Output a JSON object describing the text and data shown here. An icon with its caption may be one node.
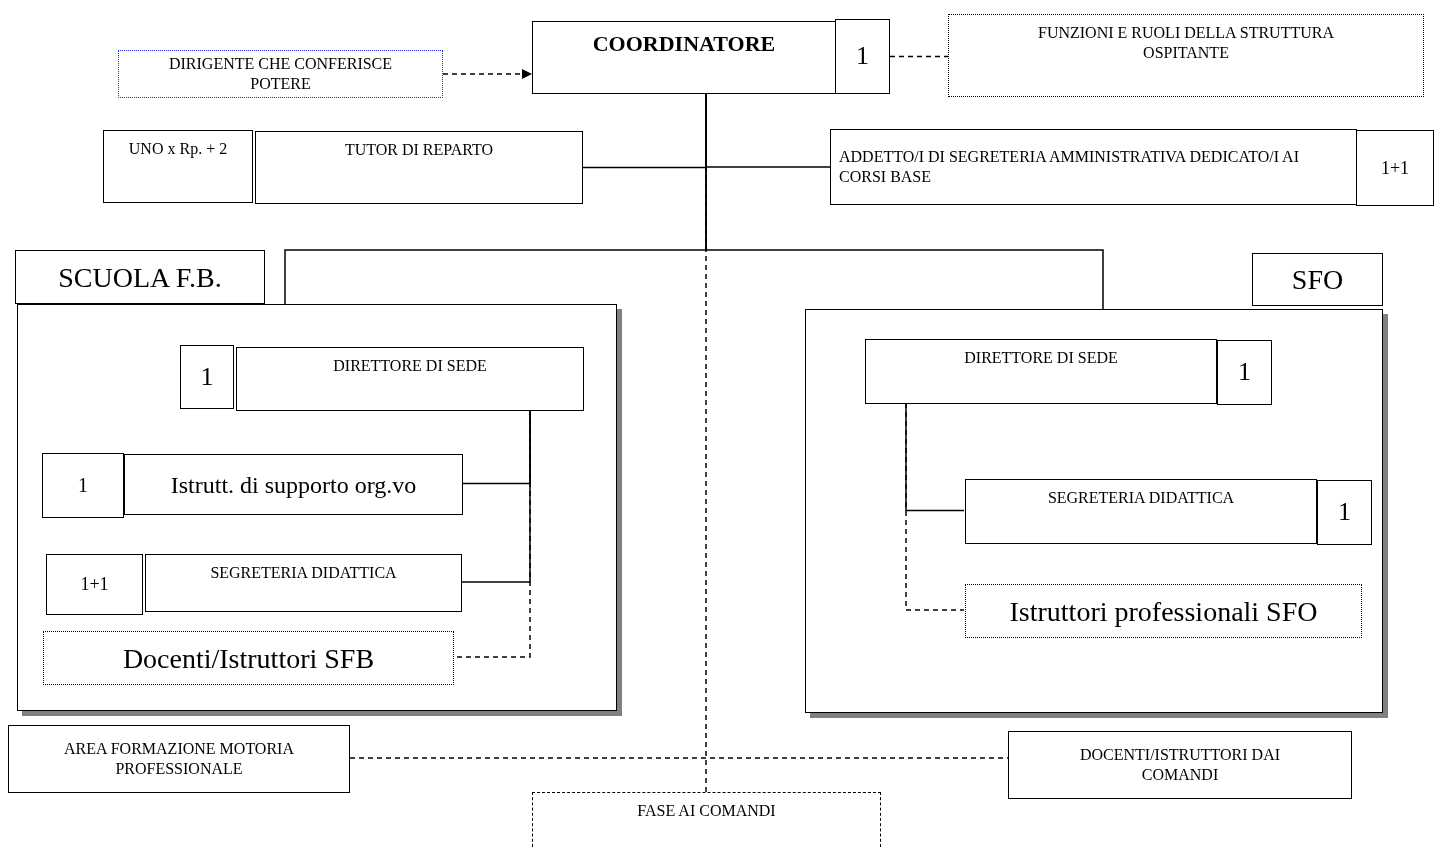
{
  "diagram": {
    "nodes": [
      {
        "text": [
          "DIRIGENTE CHE CONFERISCE POTERE"
        ]
      },
      {
        "text": [
          "COORDINATORE"
        ]
      },
      {
        "text": [
          "1"
        ]
      },
      {
        "text": [
          "FUNZIONI E RUOLI DELLA STRUTTURA OSPITANTE"
        ]
      },
      {
        "text": [
          "UNO x Rp. + 2"
        ]
      },
      {
        "text": [
          "TUTOR DI REPARTO"
        ]
      },
      {
        "text": [
          "ADDETTO/I DI SEGRETERIA AMMINISTRATIVA DEDICATO/I AI CORSI BASE"
        ]
      },
      {
        "text": [
          "1+1"
        ]
      },
      {
        "text": [
          "SCUOLA F.B."
        ]
      },
      {
        "text": [],
        "shape": "box"
      },
      {
        "text": [
          "1"
        ],
        "in": 9
      },
      {
        "text": [
          "DIRETTORE DI SEDE"
        ],
        "in": 9
      },
      {
        "text": [
          "1"
        ],
        "in": 9
      },
      {
        "text": [
          "Istrutt. di supporto org.vo"
        ],
        "in": 9
      },
      {
        "text": [
          "1+1"
        ],
        "in": 9
      },
      {
        "text": [
          "SEGRETERIA  DIDATTICA"
        ],
        "in": 9
      },
      {
        "text": [
          "Docenti/Istruttori SFB"
        ],
        "in": 9
      },
      {
        "text": [
          "SFO"
        ]
      },
      {
        "text": [],
        "shape": "box"
      },
      {
        "text": [
          "DIRETTORE DI SEDE"
        ],
        "in": 18
      },
      {
        "text": [
          "1"
        ],
        "in": 18
      },
      {
        "text": [
          "SEGRETERIA DIDATTICA"
        ],
        "in": 18
      },
      {
        "text": [
          "1"
        ],
        "in": 18
      },
      {
        "text": [
          "Istruttori professionali SFO"
        ],
        "in": 18
      },
      {
        "text": [
          "AREA FORMAZIONE MOTORIA PROFESSIONALE"
        ]
      },
      {
        "text": [
          "DOCENTI/ISTRUTTORI  DAI COMANDI"
        ]
      },
      {
        "text": [
          "FASE AI COMANDI"
        ]
      }
    ],
    "edges": [
      {
        "from": 0,
        "to": 1,
        "arrow": "to",
        "style": "dashed"
      },
      {
        "from": 2,
        "to": 3,
        "arrow": "none",
        "style": "dashed"
      },
      {
        "from": 1,
        "to": 5,
        "arrow": "none"
      },
      {
        "from": 1,
        "to": 6,
        "arrow": "none"
      },
      {
        "from": 1,
        "to": 9,
        "arrow": "none"
      },
      {
        "from": 1,
        "to": 18,
        "arrow": "none"
      },
      {
        "from": 1,
        "to": 26,
        "arrow": "none",
        "style": "dashed"
      },
      {
        "from": 24,
        "to": 25,
        "arrow": "none",
        "style": "dashed"
      },
      {
        "from": 11,
        "to": 13,
        "arrow": "none"
      },
      {
        "from": 11,
        "to": 15,
        "arrow": "none"
      },
      {
        "from": 11,
        "to": 16,
        "arrow": "none",
        "style": "dashed"
      },
      {
        "from": 19,
        "to": 21,
        "arrow": "none"
      },
      {
        "from": 19,
        "to": 23,
        "arrow": "none",
        "style": "dashed"
      }
    ]
  }
}
